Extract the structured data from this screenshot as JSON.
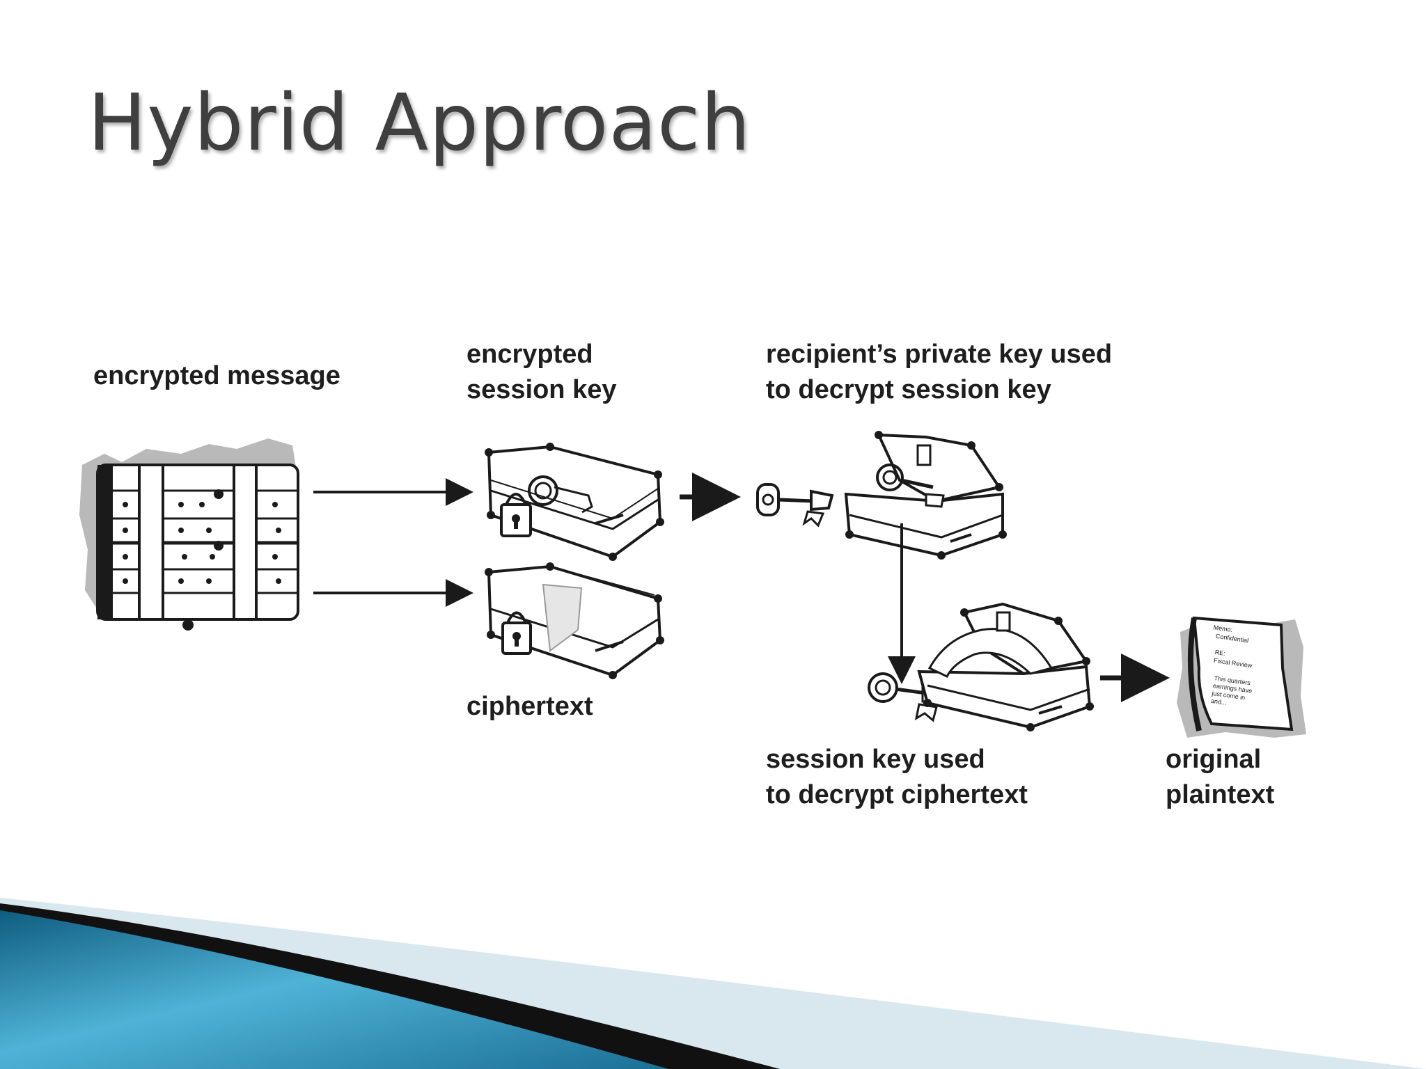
{
  "slide": {
    "title": "Hybrid Approach"
  },
  "diagram": {
    "labels": {
      "encrypted_message": "encrypted message",
      "encrypted_session_key": [
        "encrypted",
        "session key"
      ],
      "recipient_private_key": [
        "recipient’s private key used",
        "to decrypt session key"
      ],
      "ciphertext": "ciphertext",
      "session_key_used": [
        "session key used",
        "to decrypt ciphertext"
      ],
      "original_plaintext": [
        "original",
        "plaintext"
      ]
    },
    "document_text": {
      "memo": "Memo:",
      "confidential": "Confidential",
      "re": "RE:",
      "fiscal_review": "Fiscal Review",
      "body": [
        "This quarters",
        "earnings have",
        "just come in",
        "and..."
      ]
    }
  },
  "colors": {
    "title": "#3f3f3f",
    "ink": "#1a1a1a",
    "shadow_blob": "#b9b9b9",
    "band_teal": "#1f7fa3",
    "band_light": "#d9e8ef"
  }
}
